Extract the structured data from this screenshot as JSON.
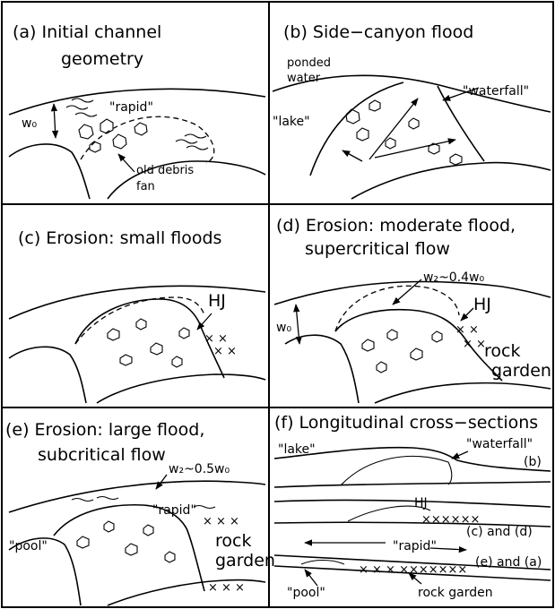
{
  "panels": {
    "a": {
      "title_line1": "(a) Initial channel",
      "title_line2": "geometry",
      "rapid": "\"rapid\"",
      "w0": "w₀",
      "debris_line1": "old debris",
      "debris_line2": "fan"
    },
    "b": {
      "title": "(b) Side−canyon flood",
      "ponded_line1": "ponded",
      "ponded_line2": "water",
      "lake": "\"lake\"",
      "waterfall": "\"waterfall\""
    },
    "c": {
      "title": "(c) Erosion: small floods",
      "hj": "HJ"
    },
    "d": {
      "title_line1": "(d) Erosion: moderate flood,",
      "title_line2": "supercritical flow",
      "w2": "w₂~0.4w₀",
      "w0": "w₀",
      "hj": "HJ",
      "rock_line1": "rock",
      "rock_line2": "garden"
    },
    "e": {
      "title_line1": "(e) Erosion: large flood,",
      "title_line2": "subcritical flow",
      "w2": "w₂~0.5w₀",
      "pool": "\"pool\"",
      "rapid": "\"rapid\"",
      "rock_line1": "rock",
      "rock_line2": "garden"
    },
    "f": {
      "title": "(f) Longitudinal cross−sections",
      "lake": "\"lake\"",
      "waterfall": "\"waterfall\"",
      "b_label": "(b)",
      "hj": "HJ",
      "cd_label": "(c) and (d)",
      "rapid": "\"rapid\"",
      "ea_label": "(e) and (a)",
      "pool": "\"pool\"",
      "rock_garden": "rock garden"
    }
  }
}
